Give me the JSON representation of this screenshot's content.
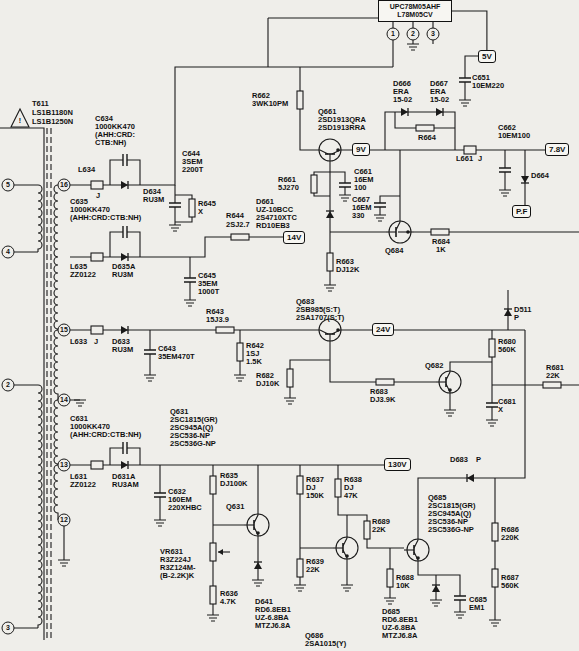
{
  "diagram": {
    "nodes": [
      {
        "text": [
          "UPC78M05AHF L78M05CV"
        ]
      },
      {
        "text": [
          "5V"
        ]
      },
      {
        "text": [
          "9V"
        ]
      },
      {
        "text": [
          "7.8V"
        ]
      },
      {
        "text": [
          "P.F"
        ]
      },
      {
        "text": [
          "14V"
        ]
      },
      {
        "text": [
          "24V"
        ]
      },
      {
        "text": [
          "130V"
        ]
      }
    ],
    "edges": [
      {
        "from": 0,
        "to": 1,
        "arrow": "none"
      }
    ],
    "labels": [
      "!",
      "T611",
      "LS1B1180N",
      "LS1B1250N",
      "5",
      "4",
      "2",
      "3",
      "16",
      "15",
      "14",
      "13",
      "12",
      "1",
      "2",
      "3",
      "C651",
      "10EM220",
      "C634",
      "1000KK470",
      "(AHH:CRD:",
      "CTB:NH)",
      "L634",
      "J",
      "D634",
      "RU3M",
      "C644",
      "3SEM",
      "2200T",
      "R645",
      "X",
      "R644",
      "2SJ2.7",
      "C635",
      "1000KK470",
      "(AHH:CRD:CTB:NH)",
      "L635",
      "ZZ0122",
      "D635A",
      "RU3M",
      "C645",
      "35EM",
      "1000T",
      "D666",
      "ERA",
      "15-02",
      "D667",
      "ERA",
      "15-02",
      "R664",
      "C662",
      "10EM100",
      "L661",
      "J",
      "D664",
      "R662",
      "3WK10PM",
      "Q661",
      "2SD1913QRA",
      "2SD1913RRA",
      "C661",
      "16EM",
      "100",
      "R661",
      "5J270",
      "D661",
      "UZ-10BCC",
      "2S4710XTC",
      "RD10EB3",
      "C667",
      "16EM",
      "330",
      "Q684",
      "R684",
      "1K",
      "R663",
      "DJ12K",
      "D511",
      "P",
      "R643",
      "15J3.9",
      "Q683",
      "2SB985(S:T)",
      "2SA1707(S:T)",
      "L633",
      "J",
      "D633",
      "RU3M",
      "C643",
      "35EM470T",
      "R642",
      "1SJ",
      "1.5K",
      "R682",
      "DJ10K",
      "R683",
      "DJ3.9K",
      "Q682",
      "R680",
      "560K",
      "R681",
      "22K",
      "C681",
      "X",
      "C631",
      "1000KK470",
      "(AHH:CRD:CTB:NH)",
      "L631",
      "ZZ0122",
      "D631A",
      "RU3AM",
      "Q631",
      "2SC1815(GR)",
      "2SC945A(Q)",
      "2SC536-NP",
      "2SC536G-NP",
      "R635",
      "DJ100K",
      "R637",
      "DJ",
      "150K",
      "R638",
      "DJ",
      "47K",
      "D683",
      "P",
      "C632",
      "160EM",
      "220XHBC",
      "Q631",
      "VR631",
      "R3Z224J",
      "R3Z124M-",
      "(B-2.2K)K",
      "R636",
      "4.7K",
      "R639",
      "22K",
      "D641",
      "RD6.8EB1",
      "UZ-6.8BA",
      "MTZJ6.8A",
      "Q686",
      "2SA1015(Y)",
      "R689",
      "22K",
      "R688",
      "10K",
      "Q685",
      "2SC1815(GR)",
      "2SC945A(Q)",
      "2SC536-NP",
      "2SC536G-NP",
      "R686",
      "220K",
      "R687",
      "560K",
      "D685",
      "RD6.8EB1",
      "UZ-6.8BA",
      "MTZJ6.8A",
      "C685",
      "EM1"
    ]
  }
}
